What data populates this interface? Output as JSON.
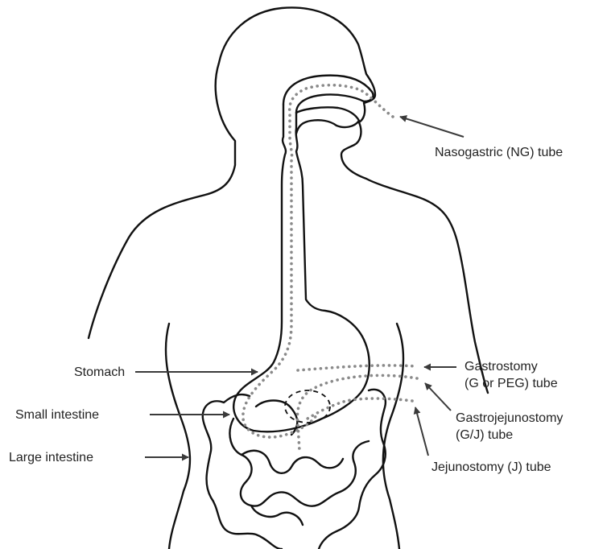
{
  "labels": {
    "nasogastric": "Nasogastric (NG) tube",
    "stomach": "Stomach",
    "small_intestine": "Small intestine",
    "large_intestine": "Large intestine",
    "gastrostomy_line1": "Gastrostomy",
    "gastrostomy_line2": "(G or PEG) tube",
    "gastrojejunostomy_line1": "Gastrojejunostomy",
    "gastrojejunostomy_line2": "(G/J) tube",
    "jejunostomy": "Jejunostomy (J) tube"
  },
  "colors": {
    "outline": "#111111",
    "tube": "#8a8a8a",
    "arrow": "#3a3a3a",
    "text": "#222222"
  }
}
